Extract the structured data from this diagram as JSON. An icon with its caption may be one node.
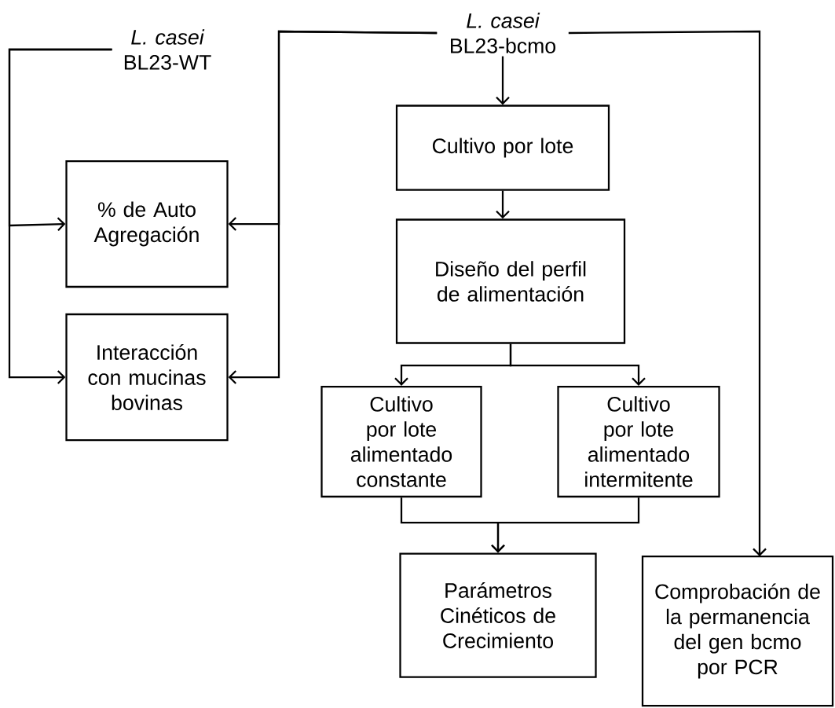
{
  "diagram": {
    "nodes": [
      {
        "text": [
          "*L. casei* BL23-WT"
        ]
      },
      {
        "text": [
          "*L. casei* BL23-bcmo"
        ]
      },
      {
        "text": [
          "% de Auto Agregación"
        ]
      },
      {
        "text": [
          "Interacción con mucinas bovinas"
        ]
      },
      {
        "text": [
          "Cultivo por lote"
        ]
      },
      {
        "text": [
          "Diseño del perfil de alimentación"
        ]
      },
      {
        "text": [
          "Cultivo por lote alimentado constante"
        ]
      },
      {
        "text": [
          "Cultivo por lote alimentado intermitente"
        ]
      },
      {
        "text": [
          "Parámetros Cinéticos de Crecimiento"
        ]
      },
      {
        "text": [
          "Comprobación de la permanencia del gen bcmo por PCR"
        ]
      }
    ],
    "edges": [
      {
        "from": 0,
        "to": 2,
        "arrow": "to"
      },
      {
        "from": 0,
        "to": 3,
        "arrow": "to"
      },
      {
        "from": 1,
        "to": 2,
        "arrow": "to"
      },
      {
        "from": 1,
        "to": 3,
        "arrow": "to"
      },
      {
        "from": 1,
        "to": 4,
        "arrow": "to"
      },
      {
        "from": 1,
        "to": 9,
        "arrow": "to"
      },
      {
        "from": 4,
        "to": 5,
        "arrow": "to"
      },
      {
        "from": 5,
        "to": 6,
        "arrow": "to"
      },
      {
        "from": 5,
        "to": 7,
        "arrow": "to"
      },
      {
        "from": 6,
        "to": 8,
        "arrow": "to"
      },
      {
        "from": 7,
        "to": 8,
        "arrow": "to"
      }
    ]
  }
}
